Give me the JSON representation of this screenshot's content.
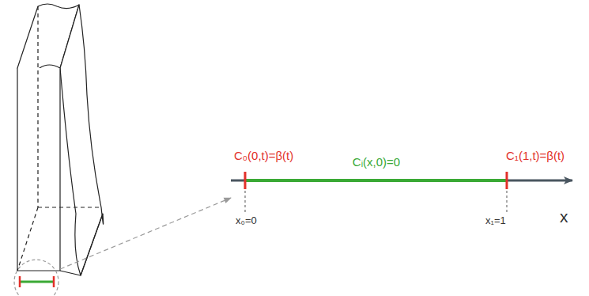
{
  "diagram": {
    "labels": [
      "C₀(0,t)=β(t)",
      "Cᵢ(x,0)=0",
      "C₁(1,t)=β(t)",
      "x₀=0",
      "x₁=1",
      "x"
    ]
  }
}
